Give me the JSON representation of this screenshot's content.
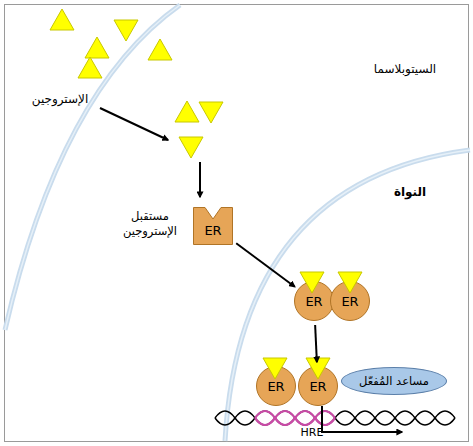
{
  "diagram": {
    "nodes": [
      {
        "text": [
          "ER",
          "مستقبل الإستروجين"
        ]
      },
      {
        "text": [
          "ER"
        ]
      },
      {
        "text": [
          "ER"
        ]
      },
      {
        "text": [
          "ER"
        ]
      },
      {
        "text": [
          "ER"
        ]
      },
      {
        "text": [
          "مساعد المُفعّل"
        ]
      }
    ],
    "edges": [
      {
        "from": 0,
        "to": 1,
        "arrow": "to"
      },
      {
        "from": 1,
        "to": 4,
        "arrow": "to"
      }
    ],
    "labels": [
      "السيتوبلاسما",
      "النواة",
      "الإستروجين",
      "HRE"
    ]
  }
}
